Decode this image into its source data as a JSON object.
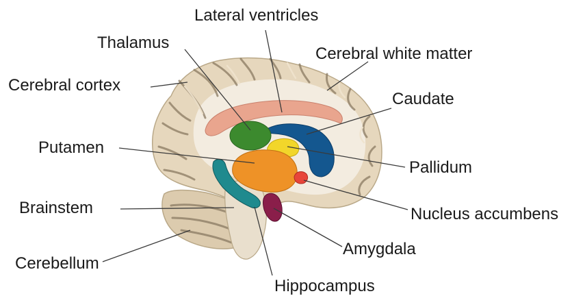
{
  "labels": {
    "lateral_ventricles": "Lateral ventricles",
    "thalamus": "Thalamus",
    "cerebral_white_matter": "Cerebral white matter",
    "cerebral_cortex": "Cerebral cortex",
    "caudate": "Caudate",
    "putamen": "Putamen",
    "pallidum": "Pallidum",
    "brainstem": "Brainstem",
    "nucleus_accumbens": "Nucleus accumbens",
    "amygdala": "Amygdala",
    "cerebellum": "Cerebellum",
    "hippocampus": "Hippocampus"
  },
  "colors": {
    "cortex": "#e6d7bd",
    "white_matter": "#f3ece0",
    "lateral_ventricles": "#e9a58e",
    "thalamus": "#3c8a2e",
    "caudate": "#14578f",
    "putamen": "#ee9227",
    "pallidum": "#f2d62a",
    "nucleus_accumbens": "#e8453a",
    "amygdala": "#8a1e4a",
    "hippocampus": "#1f8a8e",
    "brainstem": "#e9dfcd",
    "cerebellum": "#dccbae"
  }
}
